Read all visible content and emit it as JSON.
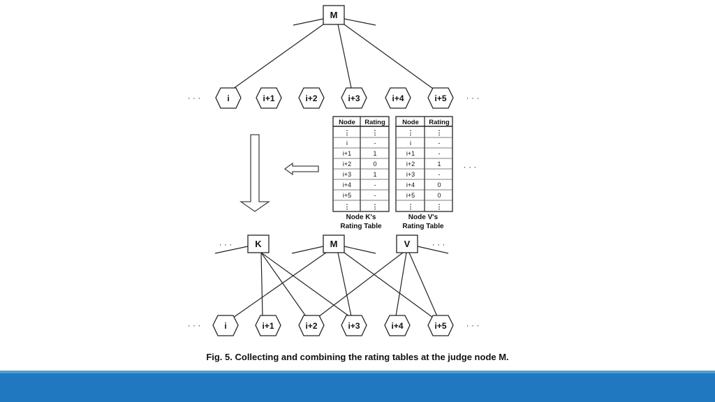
{
  "diagram": {
    "top_node": "M",
    "top_row_nodes": [
      "i",
      "i+1",
      "i+2",
      "i+3",
      "i+4",
      "i+5"
    ],
    "bottom_top_nodes": [
      "K",
      "M",
      "V"
    ],
    "bottom_row_nodes": [
      "i",
      "i+1",
      "i+2",
      "i+3",
      "i+4",
      "i+5"
    ],
    "ellipsis": "· · ·",
    "tables": [
      {
        "headers": [
          "Node",
          "Rating"
        ],
        "rows": [
          [
            "⋮",
            "⋮"
          ],
          [
            "i",
            "-"
          ],
          [
            "i+1",
            "1"
          ],
          [
            "i+2",
            "0"
          ],
          [
            "i+3",
            "1"
          ],
          [
            "i+4",
            "-"
          ],
          [
            "i+5",
            "-"
          ],
          [
            "⋮",
            "⋮"
          ]
        ],
        "label_line1": "Node K's",
        "label_line2": "Rating Table"
      },
      {
        "headers": [
          "Node",
          "Rating"
        ],
        "rows": [
          [
            "⋮",
            "⋮"
          ],
          [
            "i",
            "-"
          ],
          [
            "i+1",
            "-"
          ],
          [
            "i+2",
            "1"
          ],
          [
            "i+3",
            "-"
          ],
          [
            "i+4",
            "0"
          ],
          [
            "i+5",
            "0"
          ],
          [
            "⋮",
            "⋮"
          ]
        ],
        "label_line1": "Node V's",
        "label_line2": "Rating Table"
      }
    ]
  },
  "caption": "Fig. 5. Collecting and combining the rating tables at the judge node M."
}
